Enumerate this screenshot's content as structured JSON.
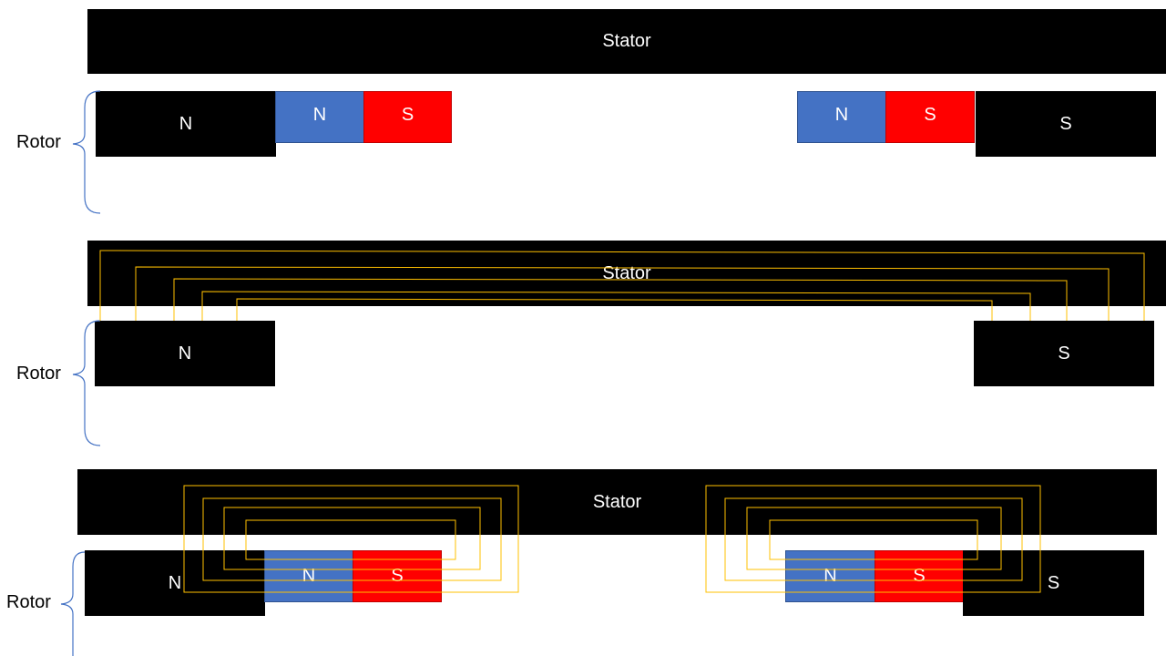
{
  "colors": {
    "block": "#000000",
    "north_magnet": "#4472c4",
    "south_magnet": "#ff0000",
    "flux_line": "#ffc000",
    "brace": "#4472c4"
  },
  "panels": [
    {
      "stator_label": "Stator",
      "rotor_label": "Rotor",
      "rotor_left_pole": "N",
      "rotor_right_pole": "S",
      "magnets": [
        {
          "north": "N",
          "south": "S"
        },
        {
          "north": "N",
          "south": "S"
        }
      ]
    },
    {
      "stator_label": "Stator",
      "rotor_label": "Rotor",
      "rotor_left_pole": "N",
      "rotor_right_pole": "S"
    },
    {
      "stator_label": "Stator",
      "rotor_label": "Rotor",
      "rotor_left_pole": "N",
      "rotor_right_pole": "S",
      "magnets": [
        {
          "north": "N",
          "south": "S"
        },
        {
          "north": "N",
          "south": "S"
        }
      ]
    }
  ]
}
